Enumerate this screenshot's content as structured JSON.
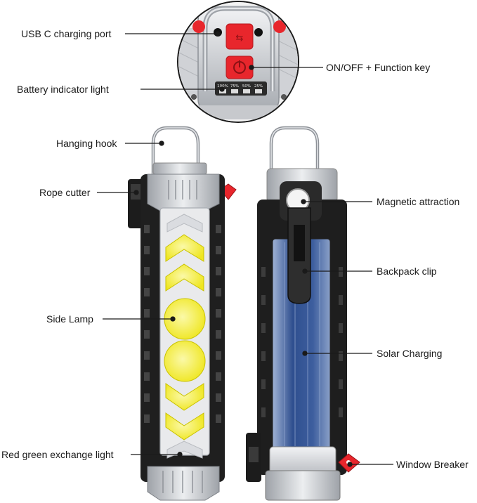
{
  "labels": {
    "usb_c_port": "USB C charging port",
    "on_off_key": "ON/OFF + Function key",
    "battery_light": "Battery indicator light",
    "hanging_hook": "Hanging hook",
    "rope_cutter": "Rope cutter",
    "magnetic": "Magnetic attraction",
    "side_lamp": "Side Lamp",
    "backpack_clip": "Backpack clip",
    "solar": "Solar Charging",
    "red_green": "Red green exchange light",
    "window_breaker": "Window Breaker"
  },
  "battery_indicator_marks": [
    "100%",
    "75%",
    "50%",
    "25%"
  ],
  "colors": {
    "accent_red": "#e8262c",
    "cob_yellow": "#f4ee2a",
    "body_black": "#1e1e1e",
    "body_silver": "#c9cbcf",
    "solar_blue": "#2f4f8f"
  }
}
